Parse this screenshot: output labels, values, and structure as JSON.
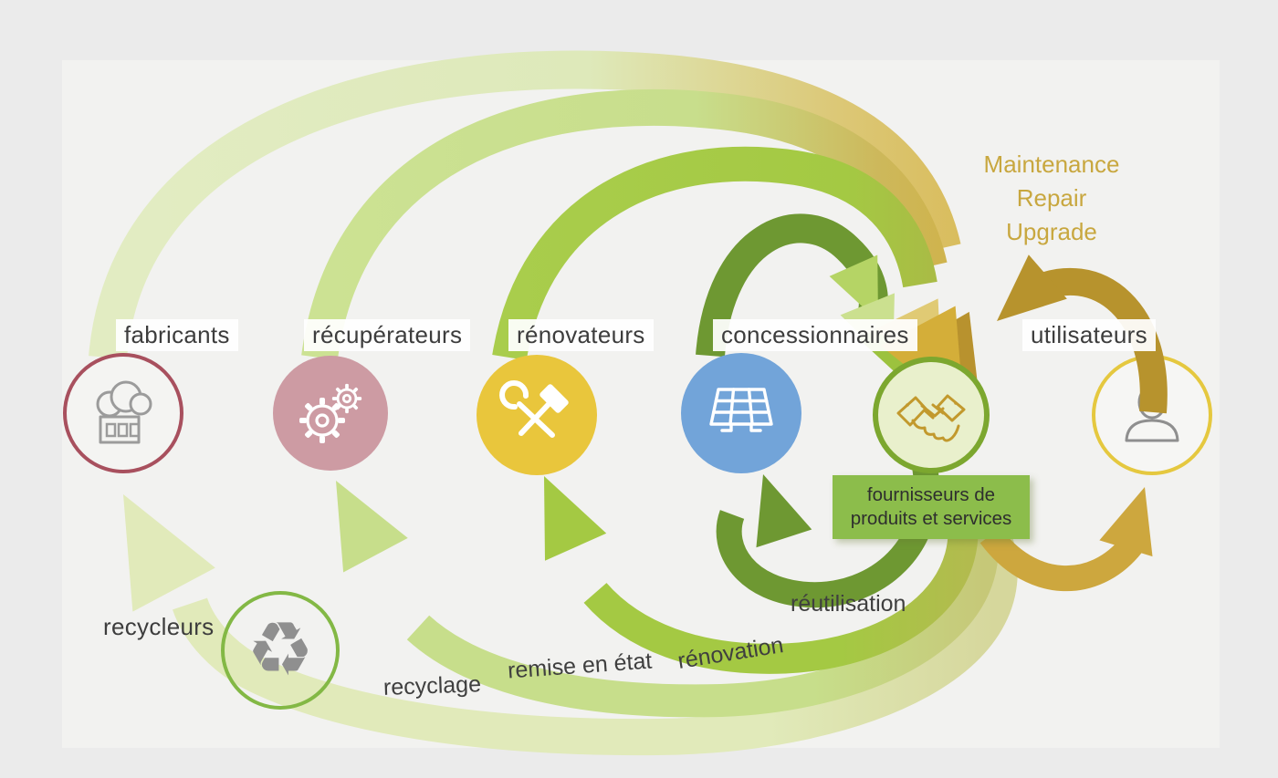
{
  "canvas": {
    "outer_bg": "#ebebeb",
    "panel_bg": "#f2f2f0"
  },
  "actors": {
    "fabricants": {
      "label": "fabricants",
      "ring_color": "#a8505e"
    },
    "recuperateurs": {
      "label": "récupérateurs",
      "fill_color": "#cd9ba3"
    },
    "renovateurs": {
      "label": "rénovateurs",
      "fill_color": "#e9c63c"
    },
    "concessionnaires": {
      "label": "concessionnaires",
      "fill_color": "#72a4d9"
    },
    "fournisseurs": {
      "box_line1": "fournisseurs de",
      "box_line2": "produits et services",
      "ring_color": "#7ca72f",
      "fill_color": "#e9f0cc",
      "box_color": "#8cbd4b"
    },
    "utilisateurs": {
      "label": "utilisateurs",
      "ring_color": "#e5c83f"
    },
    "recycleurs": {
      "label": "recycleurs",
      "ring_color": "#83b845"
    }
  },
  "flows": {
    "recyclage": {
      "label": "recyclage",
      "color": "#e1eaba"
    },
    "remise_en_etat": {
      "label": "remise en état",
      "color": "#c7de8b"
    },
    "renovation": {
      "label": "rénovation",
      "color": "#a4c943"
    },
    "reutilisation": {
      "label": "réutilisation",
      "color": "#6e9832"
    },
    "maintenance": {
      "line1": "Maintenance",
      "line2": "Repair",
      "line3": "Upgrade",
      "color": "#c8a73f",
      "arrow_color": "#b7932d"
    }
  },
  "accents": {
    "gold_arrow": "#d4ae39",
    "dark_gold": "#b8922e",
    "text": "#3d3d3d"
  }
}
